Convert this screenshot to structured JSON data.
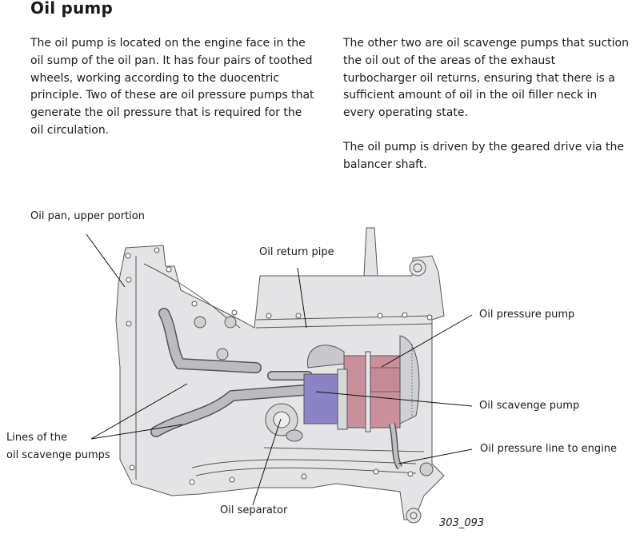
{
  "document": {
    "title": "Oil pump",
    "paragraphs": [
      "The oil pump is located on the engine face in the oil sump of the oil pan. It has four pairs of toothed wheels, working according to the duocentric principle. Two of these are oil pressure pumps that generate the oil pressure that is required for the oil circulation.",
      "The other two are oil scavenge pumps that suction the oil out of the areas of the exhaust turbocharger oil returns, ensuring that there is a sufficient amount of oil in the oil filler neck in every operating state.",
      "The oil pump is driven by the geared drive via the balancer shaft."
    ]
  },
  "figure": {
    "id": "303_093",
    "labels": {
      "oil_pan_upper": "Oil pan, upper portion",
      "oil_return_pipe": "Oil return pipe",
      "oil_pressure_pump": "Oil pressure pump",
      "oil_scavenge_pump": "Oil scavenge pump",
      "oil_pressure_line": "Oil pressure line to engine",
      "lines_scavenge_1": "Lines of the",
      "lines_scavenge_2": "oil scavenge pumps",
      "oil_separator": "Oil separator"
    },
    "colors": {
      "housing": "#e4e4e6",
      "outline": "#555555",
      "scavenge_pump": "#8a84c4",
      "pressure_pump": "#c9909c",
      "pipe": "#b8b8bc"
    }
  }
}
